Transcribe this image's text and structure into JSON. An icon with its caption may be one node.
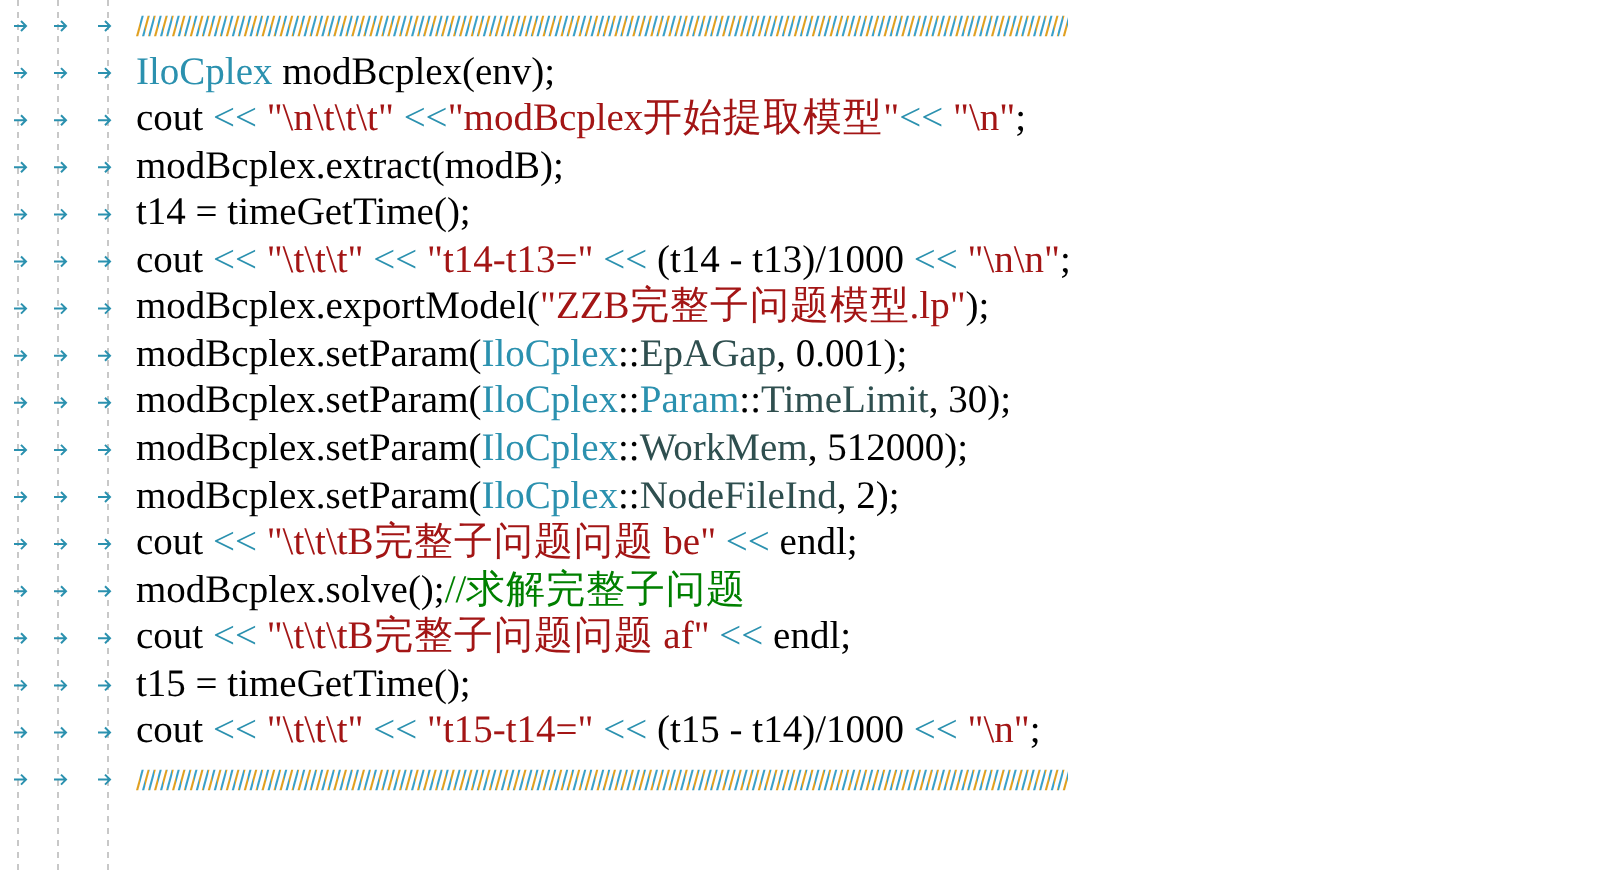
{
  "diagram": {
    "labels": [
      "////////////////////////////////////////////////////////////////////////////////////////////////////////////////////////////////////////////////////////////",
      "IloCplex modBcplex(env);",
      "cout << \"\\n\\t\\t\\t\" <<\"modBcplex开始提取模型\"<< \"\\n\";",
      "modBcplex.extract(modB);",
      "t14 = timeGetTime();",
      "cout << \"\\t\\t\\t\" << \"t14-t13=\" << (t14 - t13)/1000 << \"\\n\\n\";",
      "modBcplex.exportModel(\"ZZB完整子问题模型.lp\");",
      "modBcplex.setParam(IloCplex::EpAGap, 0.001);",
      "modBcplex.setParam(IloCplex::Param::TimeLimit, 30);",
      "modBcplex.setParam(IloCplex::WorkMem, 512000);",
      "modBcplex.setParam(IloCplex::NodeFileInd, 2);",
      "cout << \"\\t\\t\\tB完整子问题问题 be\" << endl;",
      "modBcplex.solve();//求解完整子问题",
      "cout << \"\\t\\t\\tB完整子问题问题 af\" << endl;",
      "t15 = timeGetTime();",
      "cout << \"\\t\\t\\t\" << \"t15-t14=\" << (t15 - t14)/1000 << \"\\n\";",
      "////////////////////////////////////////////////////////////////////////////////////////////////////////////////////////////////////////////////////////////"
    ]
  }
}
